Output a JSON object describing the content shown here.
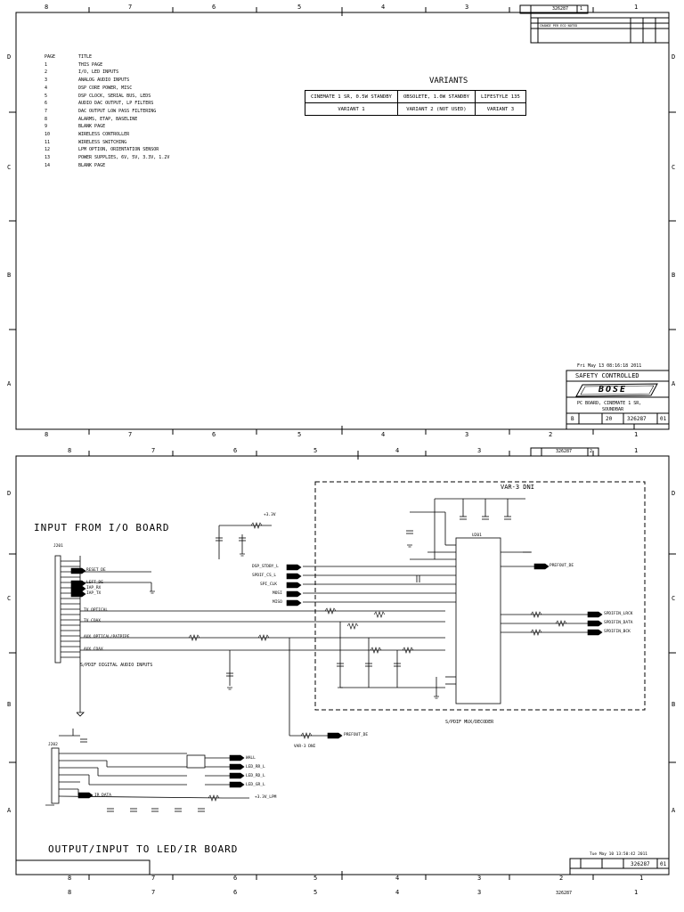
{
  "sheet1": {
    "doc_number": "326287",
    "zones_top": [
      "8",
      "7",
      "6",
      "5",
      "4",
      "3",
      "2",
      "1"
    ],
    "rows_side": [
      "D",
      "C",
      "B",
      "A"
    ],
    "rev_note": "CHANGE PER ECO NOTED",
    "page_table": {
      "header_page": "PAGE",
      "header_title": "TITLE",
      "rows": [
        {
          "page": "1",
          "title": "THIS PAGE"
        },
        {
          "page": "2",
          "title": "I/O, LED INPUTS"
        },
        {
          "page": "3",
          "title": "ANALOG AUDIO INPUTS"
        },
        {
          "page": "4",
          "title": "DSP CORE POWER, MISC"
        },
        {
          "page": "5",
          "title": "DSP CLOCK, SERIAL BUS, LEDS"
        },
        {
          "page": "6",
          "title": "AUDIO DAC OUTPUT, LP FILTERS"
        },
        {
          "page": "7",
          "title": "DAC OUTPUT LOW PASS FILTERING"
        },
        {
          "page": "8",
          "title": "ALARMS, ETAP, BASELINE"
        },
        {
          "page": "9",
          "title": "BLANK PAGE"
        },
        {
          "page": "10",
          "title": "WIRELESS CONTROLLER"
        },
        {
          "page": "11",
          "title": "WIRELESS SWITCHING"
        },
        {
          "page": "12",
          "title": "LPM OPTION, ORIENTATION SENSOR"
        },
        {
          "page": "13",
          "title": "POWER SUPPLIES, 6V, 5V, 3.3V, 1.2V"
        },
        {
          "page": "14",
          "title": "BLANK PAGE"
        }
      ]
    },
    "variants": {
      "title": "VARIANTS",
      "names": [
        "CINEMATE 1 SR, 0.5W STANDBY",
        "OBSOLETE, 1.0W STANDBY",
        "LIFESTYLE 135"
      ],
      "labels": [
        "VARIANT 1",
        "VARIANT 2 (NOT USED)",
        "VARIANT 3"
      ]
    },
    "timestamp": "Fri May 13 08:16:18 2011",
    "safety": "SAFETY CONTROLLED",
    "brand": "BOSE",
    "board_title_1": "PC BOARD, CINEMATE 1 SR,",
    "board_title_2": "SOUNDBAR",
    "size": "B",
    "sheet_no": "1",
    "rev": "01",
    "scale": "20"
  },
  "sheet2": {
    "doc_number": "326287",
    "title_input": "INPUT FROM I/O BOARD",
    "title_output": "OUTPUT/INPUT TO LED/IR BOARD",
    "var_box": "VAR-3 DNI",
    "var_dni_small": "VAR-3 DNI",
    "caption_spdif_in": "S/PDIF DIGITAL AUDIO INPUTS",
    "caption_mux": "S/PDIF MUX/DECODER",
    "j201": "J201",
    "j202": "J202",
    "u201": "U201",
    "nets_left": [
      "DSP_STDBY_L",
      "SPDIF_CS_L",
      "SPI_CLK",
      "MOSI",
      "MISO"
    ],
    "nets_right": [
      "SPDIFIN_LRCK",
      "SPDIFIN_DATA",
      "SPDIFIN_BCK"
    ],
    "prefout": "PREFOUT_DE",
    "signals_j201": [
      "RESET_DE",
      "LEFT_DE",
      "IAP_RX",
      "IAP_TX",
      "TV OPTICAL",
      "TV COAX",
      "AUX OPTICAL/PATPIPE",
      "AUX COAX"
    ],
    "signals_j202": [
      "WALL",
      "LED_RR_L",
      "LED_RD_L",
      "LED_GR_L",
      "IR_DATA"
    ],
    "rail_33": "+3.3V",
    "rail_33_lpm": "+3.3V_LPM",
    "timestamp": "Tue May 10 13:50:42 2011",
    "sheet_no": "2",
    "rev": "01"
  }
}
